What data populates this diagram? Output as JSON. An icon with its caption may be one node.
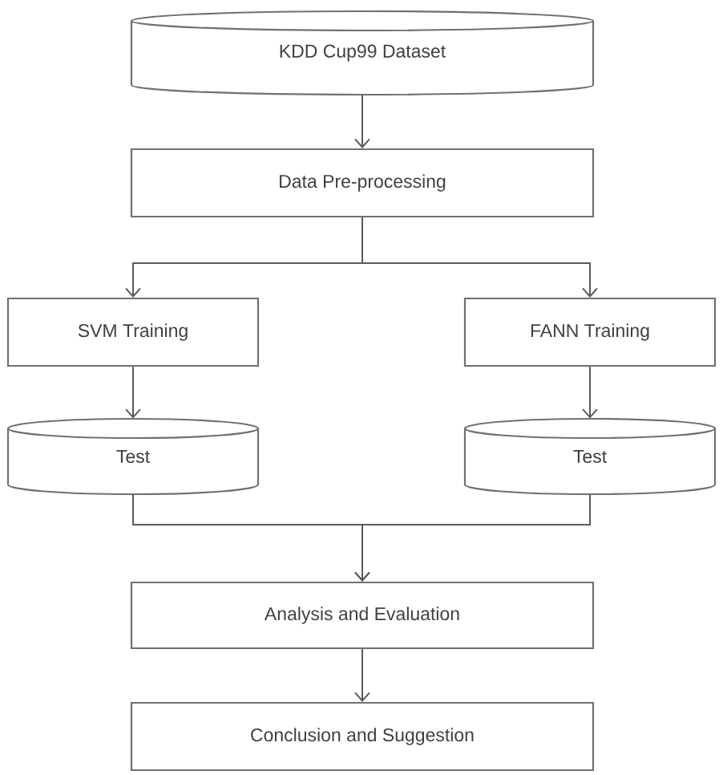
{
  "diagram": {
    "nodes": [
      {
        "text": [
          "KDD Cup99 Dataset"
        ]
      },
      {
        "text": [
          "Data Pre-processing"
        ]
      },
      {
        "text": [
          "SVM Training"
        ]
      },
      {
        "text": [
          "FANN Training"
        ]
      },
      {
        "text": [
          "Test"
        ]
      },
      {
        "text": [
          "Test"
        ]
      },
      {
        "text": [
          "Analysis and Evaluation"
        ]
      },
      {
        "text": [
          "Conclusion and Suggestion"
        ]
      }
    ],
    "edges": [
      {
        "from": 0,
        "to": 1,
        "arrow": "to"
      },
      {
        "from": 1,
        "to": 2,
        "arrow": "to"
      },
      {
        "from": 1,
        "to": 3,
        "arrow": "to"
      },
      {
        "from": 2,
        "to": 4,
        "arrow": "to"
      },
      {
        "from": 3,
        "to": 5,
        "arrow": "to"
      },
      {
        "from": 4,
        "to": 6,
        "arrow": "to"
      },
      {
        "from": 5,
        "to": 6,
        "arrow": "to"
      },
      {
        "from": 6,
        "to": 7,
        "arrow": "to"
      }
    ]
  }
}
